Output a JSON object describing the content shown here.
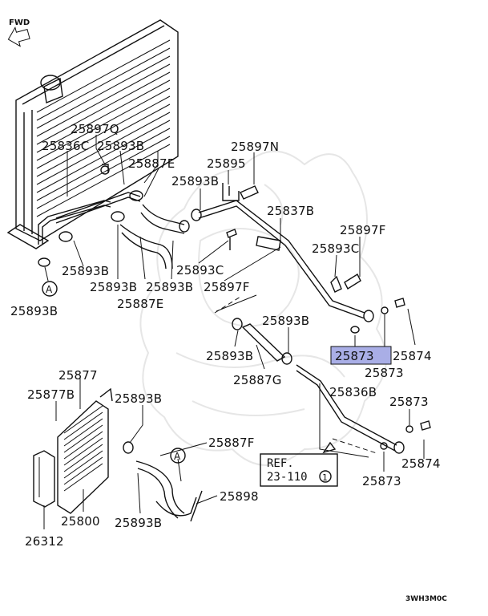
{
  "fwd_label": "FWD",
  "highlight_color": "#a9aee6",
  "labels": {
    "l25897Q": "25897Q",
    "l25836C": "25836C",
    "l25893B_a": "25893B",
    "l25887E_a": "25887E",
    "l25897N": "25897N",
    "l25895": "25895",
    "l25893B_b": "25893B",
    "l25837B": "25837B",
    "l25897F_a": "25897F",
    "l25893C_a": "25893C",
    "l25893B_c": "25893B",
    "l25893B_d": "25893B",
    "l25893B_e": "25893B",
    "l25887E_b": "25887E",
    "l25893C_b": "25893C",
    "l25897F_b": "25897F",
    "l25893B_f": "25893B",
    "l25893B_g": "25893B",
    "l25893B_h": "25893B",
    "l25887G": "25887G",
    "l25873_hl": "25873",
    "l25874_a": "25874",
    "l25873_b": "25873",
    "l25836B": "25836B",
    "l25873_c": "25873",
    "l25874_b": "25874",
    "l25873_d": "25873",
    "l25877": "25877",
    "l25877B": "25877B",
    "l25893B_i": "25893B",
    "l25887F": "25887F",
    "l25898": "25898",
    "l25800": "25800",
    "l25893B_j": "25893B",
    "l26312": "26312",
    "callout_a1": "A",
    "callout_a2": "A",
    "ref_line1": "REF.",
    "ref_line2": "23-110",
    "ref_circle": "1",
    "code": "3WH3M0C"
  }
}
